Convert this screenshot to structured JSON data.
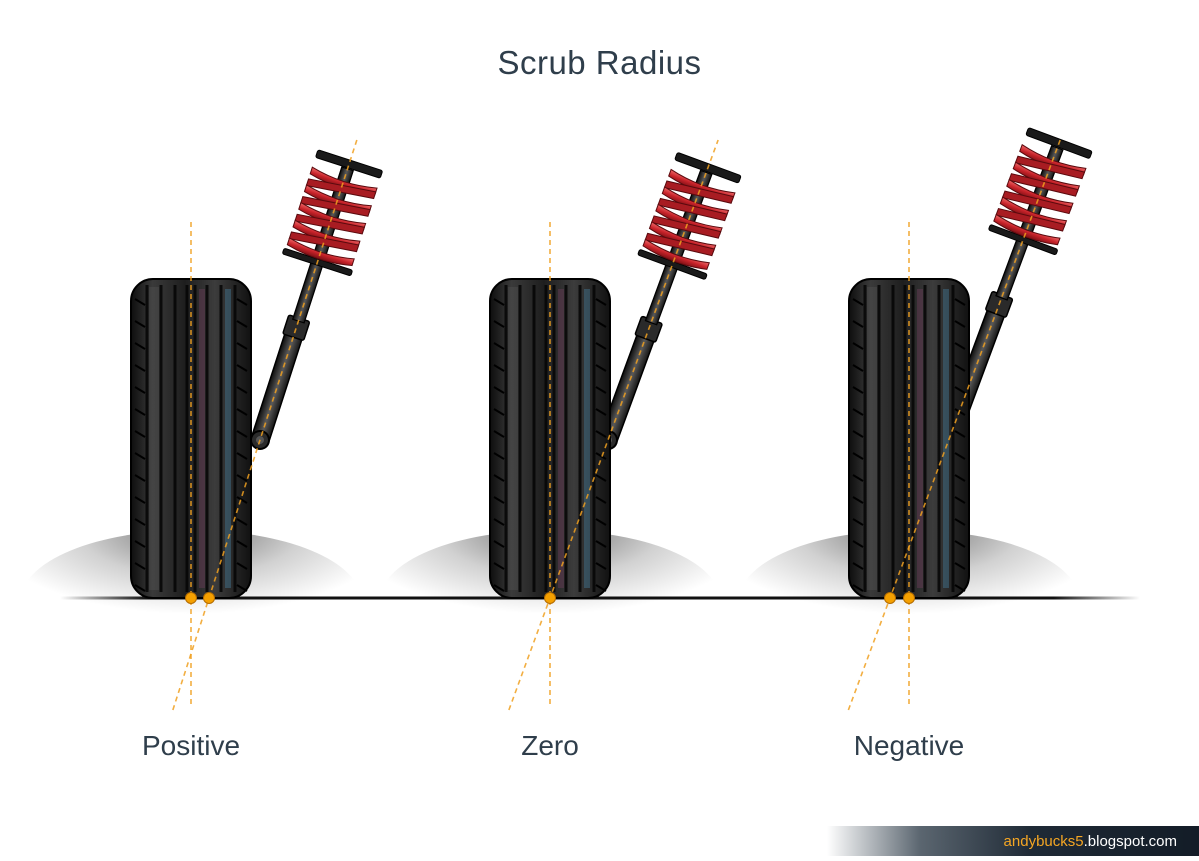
{
  "title": "Scrub Radius",
  "variants": [
    {
      "id": "positive",
      "label": "Positive"
    },
    {
      "id": "zero",
      "label": "Zero"
    },
    {
      "id": "negative",
      "label": "Negative"
    }
  ],
  "footer": {
    "site_name": "andybucks5",
    "site_domain": ".blogspot.com"
  },
  "colors": {
    "axis_line": "#f0a020",
    "contact_dot": "#f5a000",
    "spring": "#c8232a",
    "tire": "#1c1c1c",
    "ground": "#111111",
    "text": "#2f3e4b"
  }
}
